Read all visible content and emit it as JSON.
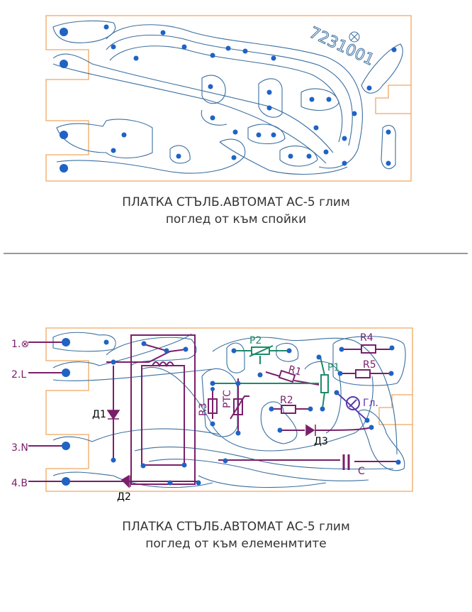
{
  "top_board": {
    "part_number": "7231001",
    "caption_line1": "ПЛАТКА СТЪЛБ.АВТОМАТ АС-5 глим",
    "caption_line2": "поглед от към спойки"
  },
  "bottom_board": {
    "caption_line1": "ПЛАТКА СТЪЛБ.АВТОМАТ АС-5 глим",
    "caption_line2": "поглед от към елеменмтите",
    "terminals": [
      "1.⊗",
      "2.L",
      "3.N",
      "4.B"
    ],
    "components": {
      "d1": "Д1",
      "d2": "Д2",
      "d3": "Д3",
      "r1": "R1",
      "r2": "R2",
      "r3": "R3",
      "r4": "R4",
      "r5": "R5",
      "p1": "P1",
      "p2": "P2",
      "ptc": "PTC",
      "lamp": "Гл.",
      "c": "C"
    }
  },
  "colors": {
    "board_outline": "#f0a860",
    "traces": "#3a6fa0",
    "pads": "#1f63c4",
    "purple_ink": "#7a1f6a",
    "green_ink": "#1e8a6a"
  }
}
